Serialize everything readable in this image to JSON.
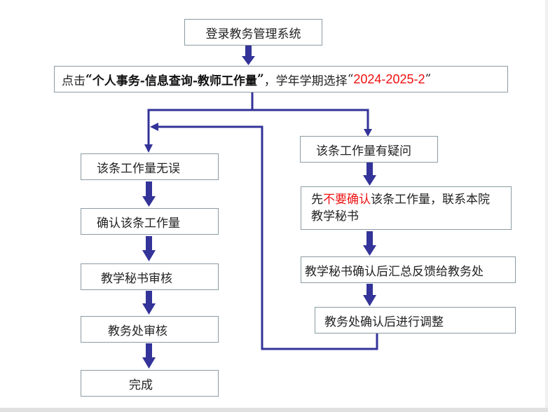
{
  "colors": {
    "connector": "#333399",
    "highlight": "#ee1111",
    "box_border": "#8a9ba3"
  },
  "steps": {
    "login": "登录教务管理系统",
    "click": {
      "prefix": "点击",
      "quote_open": "“",
      "path": "个人事务-信息查询-教师工作量",
      "quote_close": "”",
      "middle": "，学年学期选择",
      "quote_open2": "“",
      "term": "2024-2025-2",
      "quote_close2": "”"
    },
    "left": [
      "该条工作量无误",
      "确认该条工作量",
      "教学秘书审核",
      "教务处审核",
      "完成"
    ],
    "right": {
      "question": "该条工作量有疑问",
      "contact": {
        "prefix": "先",
        "warning": "不要确认",
        "suffix": "该条工作量，联系本院教学秘书"
      },
      "secretary": "教学秘书确认后汇总反馈给教务处",
      "office": "教务处确认后进行调整"
    }
  }
}
